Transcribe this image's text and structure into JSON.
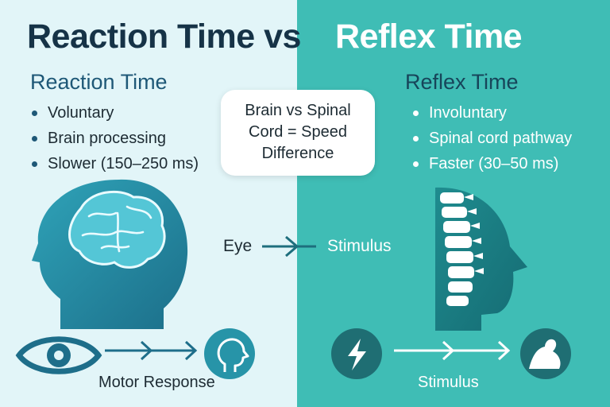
{
  "title": {
    "left": "Reaction Time vs",
    "right": "Reflex Time"
  },
  "reaction": {
    "heading": "Reaction Time",
    "items": [
      "Voluntary",
      "Brain processing",
      "Slower (150–250 ms)"
    ]
  },
  "reflex": {
    "heading": "Reflex Time",
    "items": [
      "Involuntary",
      "Spinal cord pathway",
      "Faster (30–50 ms)"
    ]
  },
  "center": {
    "lines": [
      "Brain vs Spinal",
      "Cord = Speed",
      "Difference"
    ]
  },
  "flow": {
    "eye_label": "Eye",
    "stimulus_mid": "Stimulus",
    "motor_response": "Motor Response",
    "stimulus_bottom": "Stimulus"
  },
  "colors": {
    "left_bg": "#e2f5f8",
    "right_bg": "#3fbdb5",
    "dark_navy": "#163347",
    "teal": "#2e9ab3",
    "dark_teal": "#1e7b87"
  }
}
